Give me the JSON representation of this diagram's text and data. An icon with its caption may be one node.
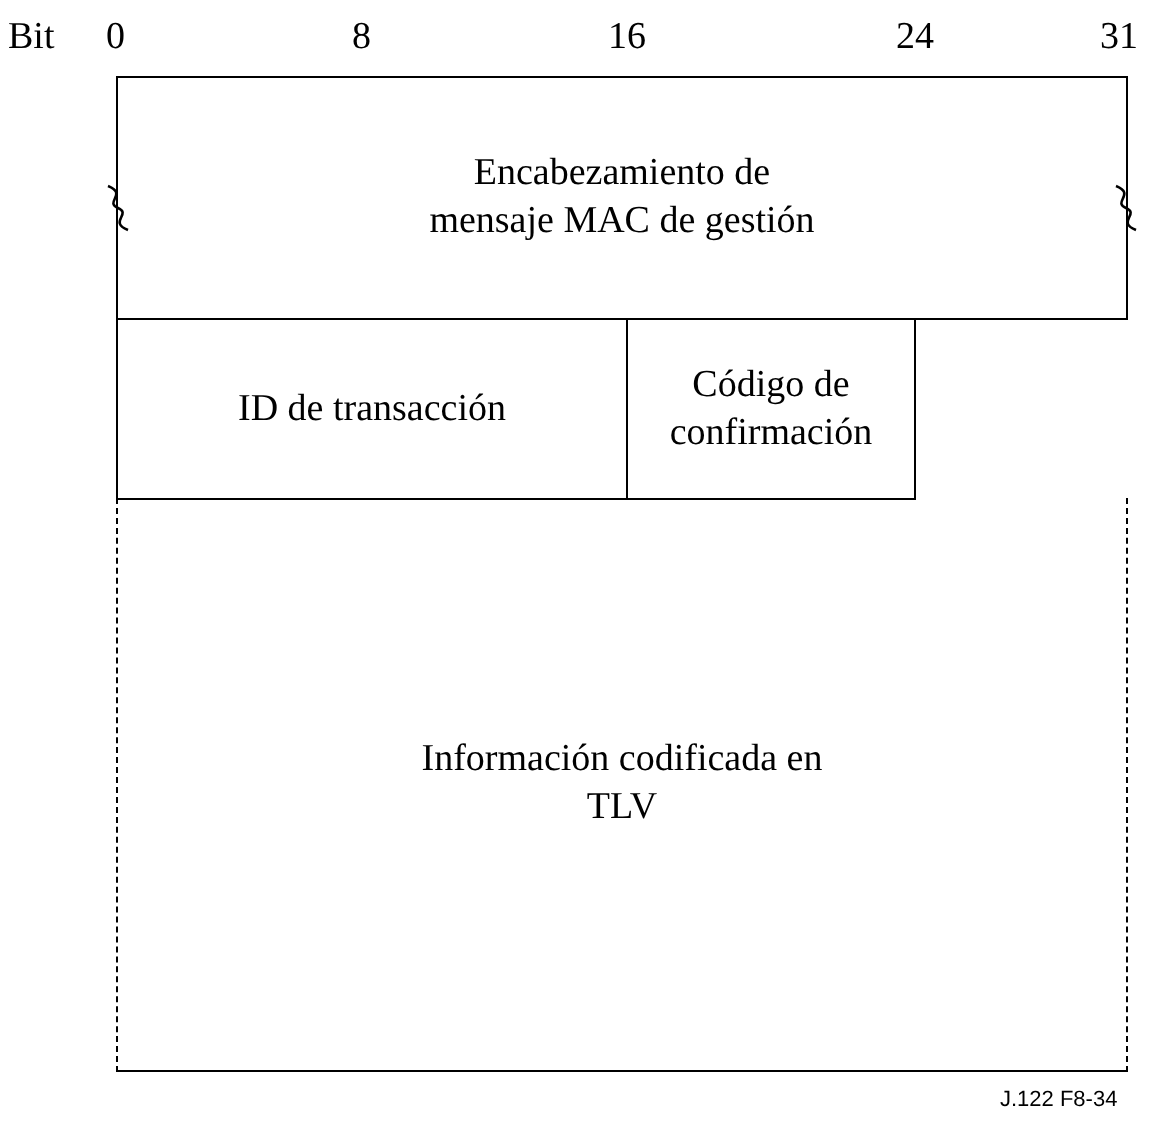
{
  "diagram": {
    "nodes": [
      {
        "text": [
          "Encabezamiento de mensaje MAC de gestión"
        ]
      },
      {
        "text": [
          "ID de transacción"
        ]
      },
      {
        "text": [
          "Código de confirmación"
        ]
      },
      {
        "text": [
          "Información codificada en TLV"
        ]
      }
    ],
    "labels": [
      "Bit",
      "0",
      "8",
      "16",
      "24",
      "31",
      "J.122 F8-34"
    ]
  }
}
